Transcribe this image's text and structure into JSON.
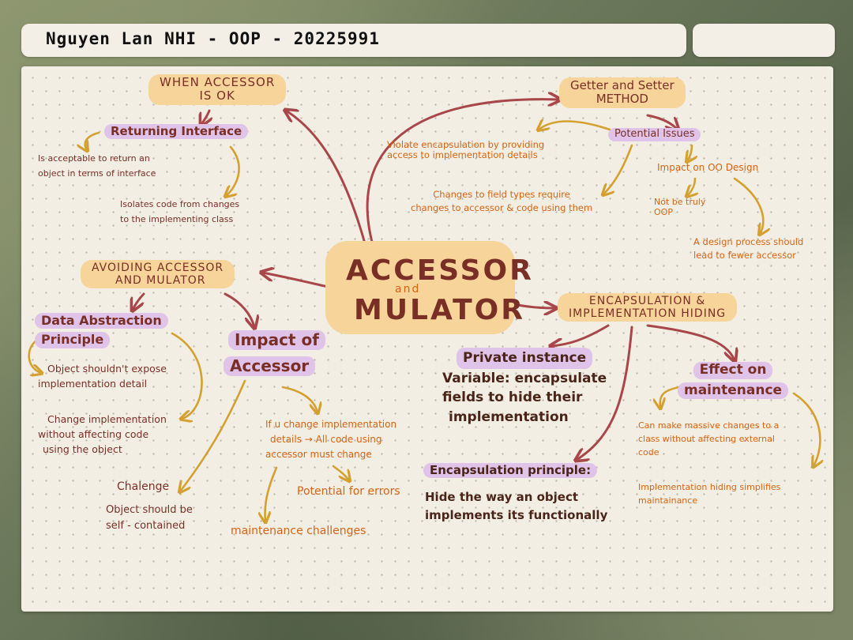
{
  "header": {
    "title": "Nguyen Lan NHI - OOP - 20225991"
  },
  "center": {
    "line1": "ACCESSOR",
    "and": "and",
    "line2": "MULATOR"
  },
  "when_ok": {
    "title_line1": "WHEN ACCESSOR",
    "title_line2": "IS OK",
    "returning": "Returning Interface",
    "note1_line1": "Is acceptable to return an",
    "note1_line2": "object in terms of interface",
    "note2_line1": "Isolates code from changes",
    "note2_line2": "to the implementing class"
  },
  "getter_setter": {
    "title_line1": "Getter and Setter",
    "title_line2": "METHOD",
    "issues": "Potential Issues",
    "violate_line1": "Violate encapsulation by providing",
    "violate_line2": "access to implementation details",
    "changes_line1": "Changes to field types require",
    "changes_line2": "changes to accessor & code using them",
    "impact": "Impact on OO Design",
    "not_oop_line1": "Not be truly",
    "not_oop_line2": "OOP",
    "design_line1": "A design process should",
    "design_line2": "lead to fewer accessor"
  },
  "avoiding": {
    "title_line1": "AVOIDING ACCESSOR",
    "title_line2": "AND MULATOR",
    "dap_line1": "Data Abstraction",
    "dap_line2": "Principle",
    "expose_line1": "Object shouldn't expose",
    "expose_line2": "implementation detail",
    "change_line1": "Change implementation",
    "change_line2": "without affecting code",
    "change_line3": "using the object",
    "challenge_title": "Chalenge",
    "challenge_line1": "Object should be",
    "challenge_line2": "self - contained"
  },
  "impact_accessor": {
    "title_line1": "Impact of",
    "title_line2": "Accessor",
    "if_line1": "If u change implementation",
    "if_line2": "details → All code using",
    "if_line3": "accessor must change",
    "errors": "Potential for errors",
    "maintenance": "maintenance challenges"
  },
  "encapsulation": {
    "title_line1": "ENCAPSULATION &",
    "title_line2": "IMPLEMENTATION HIDING",
    "private_line1": "Private instance",
    "private_line2": "Variable: encapsulate",
    "private_line3": "fields to hide their",
    "private_line4": "implementation",
    "principle_title": "Encapsulation principle:",
    "principle_line1": "Hide the way an object",
    "principle_line2": "implements its functionally",
    "effect_line1": "Effect on",
    "effect_line2": "maintenance",
    "massive_line1": "Can make massive changes to a",
    "massive_line2": "class without affecting external",
    "massive_line3": "code",
    "impl_line1": "Implementation hiding simplifies",
    "impl_line2": "maintainance"
  },
  "colors": {
    "highlight_yellow": "#f6d49a",
    "highlight_purple": "#dfc3e8",
    "connector_brown": "#a8464a",
    "connector_gold": "#d4a030",
    "text_brown": "#7a2f26",
    "text_orange": "#d66412"
  }
}
